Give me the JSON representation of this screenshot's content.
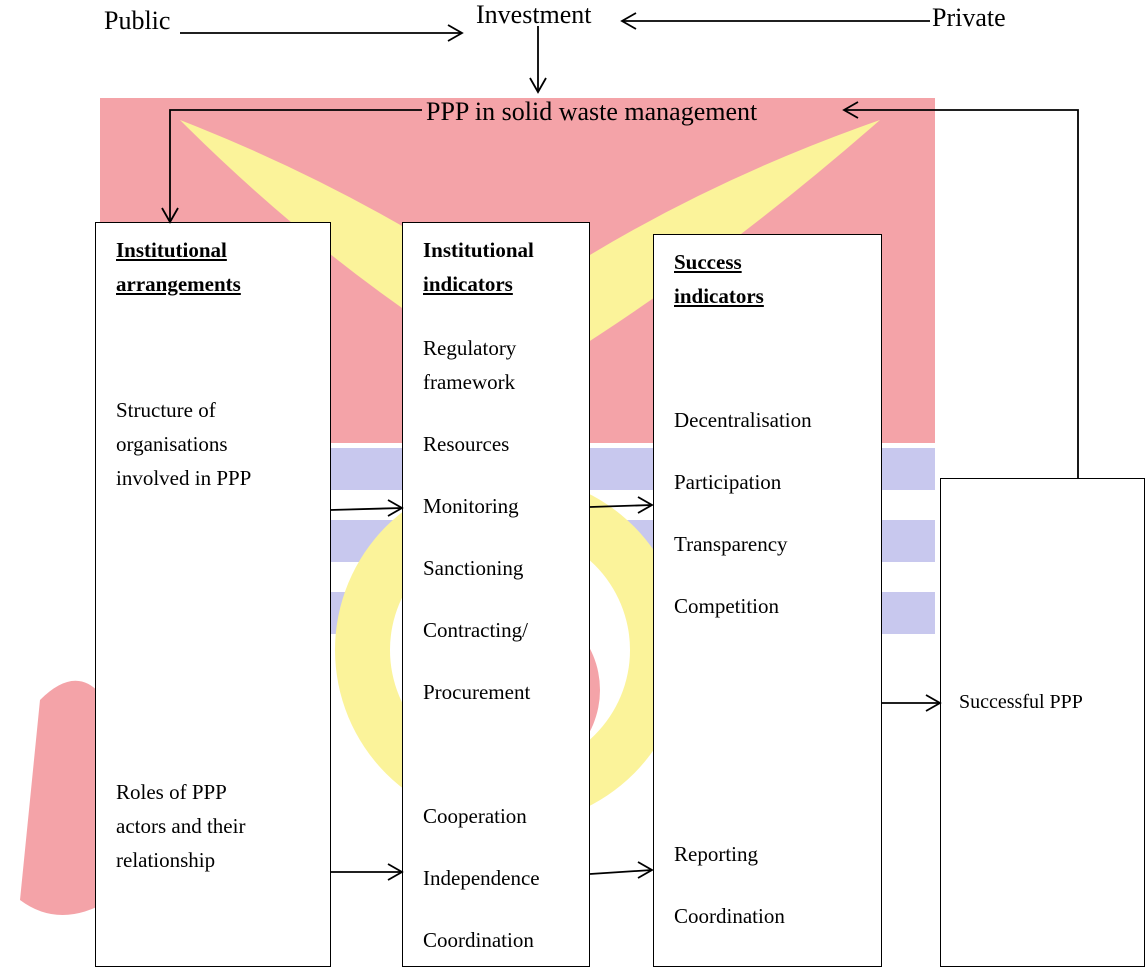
{
  "top": {
    "public": "Public",
    "investment": "Investment",
    "private": "Private",
    "ppp": "PPP in solid waste management"
  },
  "arrangements": {
    "heading_line1": "Institutional",
    "heading_line2": "arrangements",
    "structure": [
      "Structure of",
      "organisations",
      "involved in PPP"
    ],
    "roles": [
      "Roles of PPP",
      "actors and their",
      "relationship"
    ]
  },
  "institutional": {
    "heading_line1": "Institutional",
    "heading_line2": "indicators",
    "items": [
      "Regulatory",
      "framework",
      "Resources",
      "Monitoring",
      "Sanctioning",
      "Contracting/",
      "Procurement",
      "Cooperation",
      "Independence",
      "Coordination"
    ]
  },
  "success": {
    "heading_line1": "Success",
    "heading_line2": "indicators",
    "items": [
      "Decentralisation",
      "Participation",
      "Transparency",
      "Competition",
      "Reporting",
      "Coordination"
    ]
  },
  "outcome": {
    "label": "Successful PPP"
  }
}
